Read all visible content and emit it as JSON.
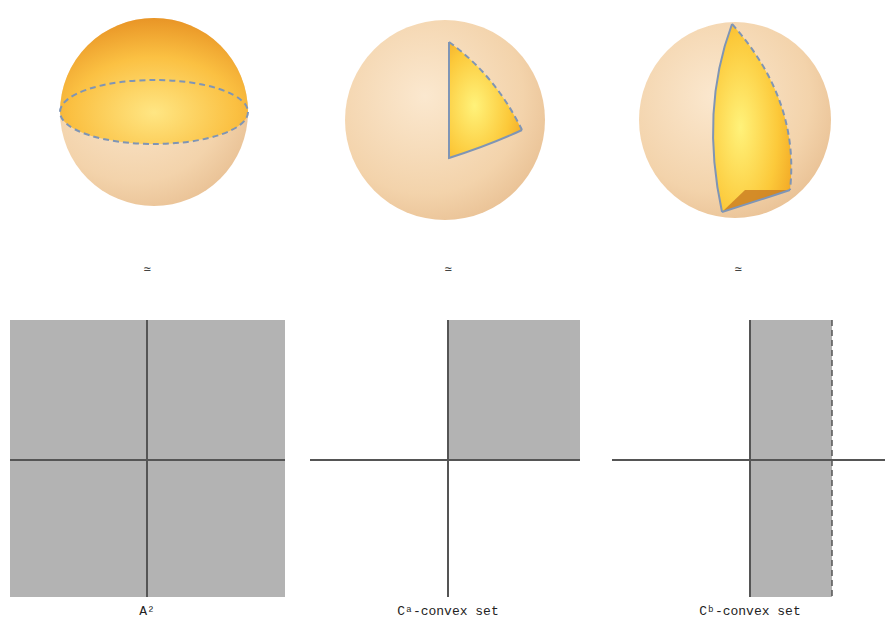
{
  "diagram": {
    "labels": [
      "≃",
      "≃",
      "≃",
      "A²",
      "Cᵃ-convex set",
      "Cᵇ-convex set"
    ]
  }
}
